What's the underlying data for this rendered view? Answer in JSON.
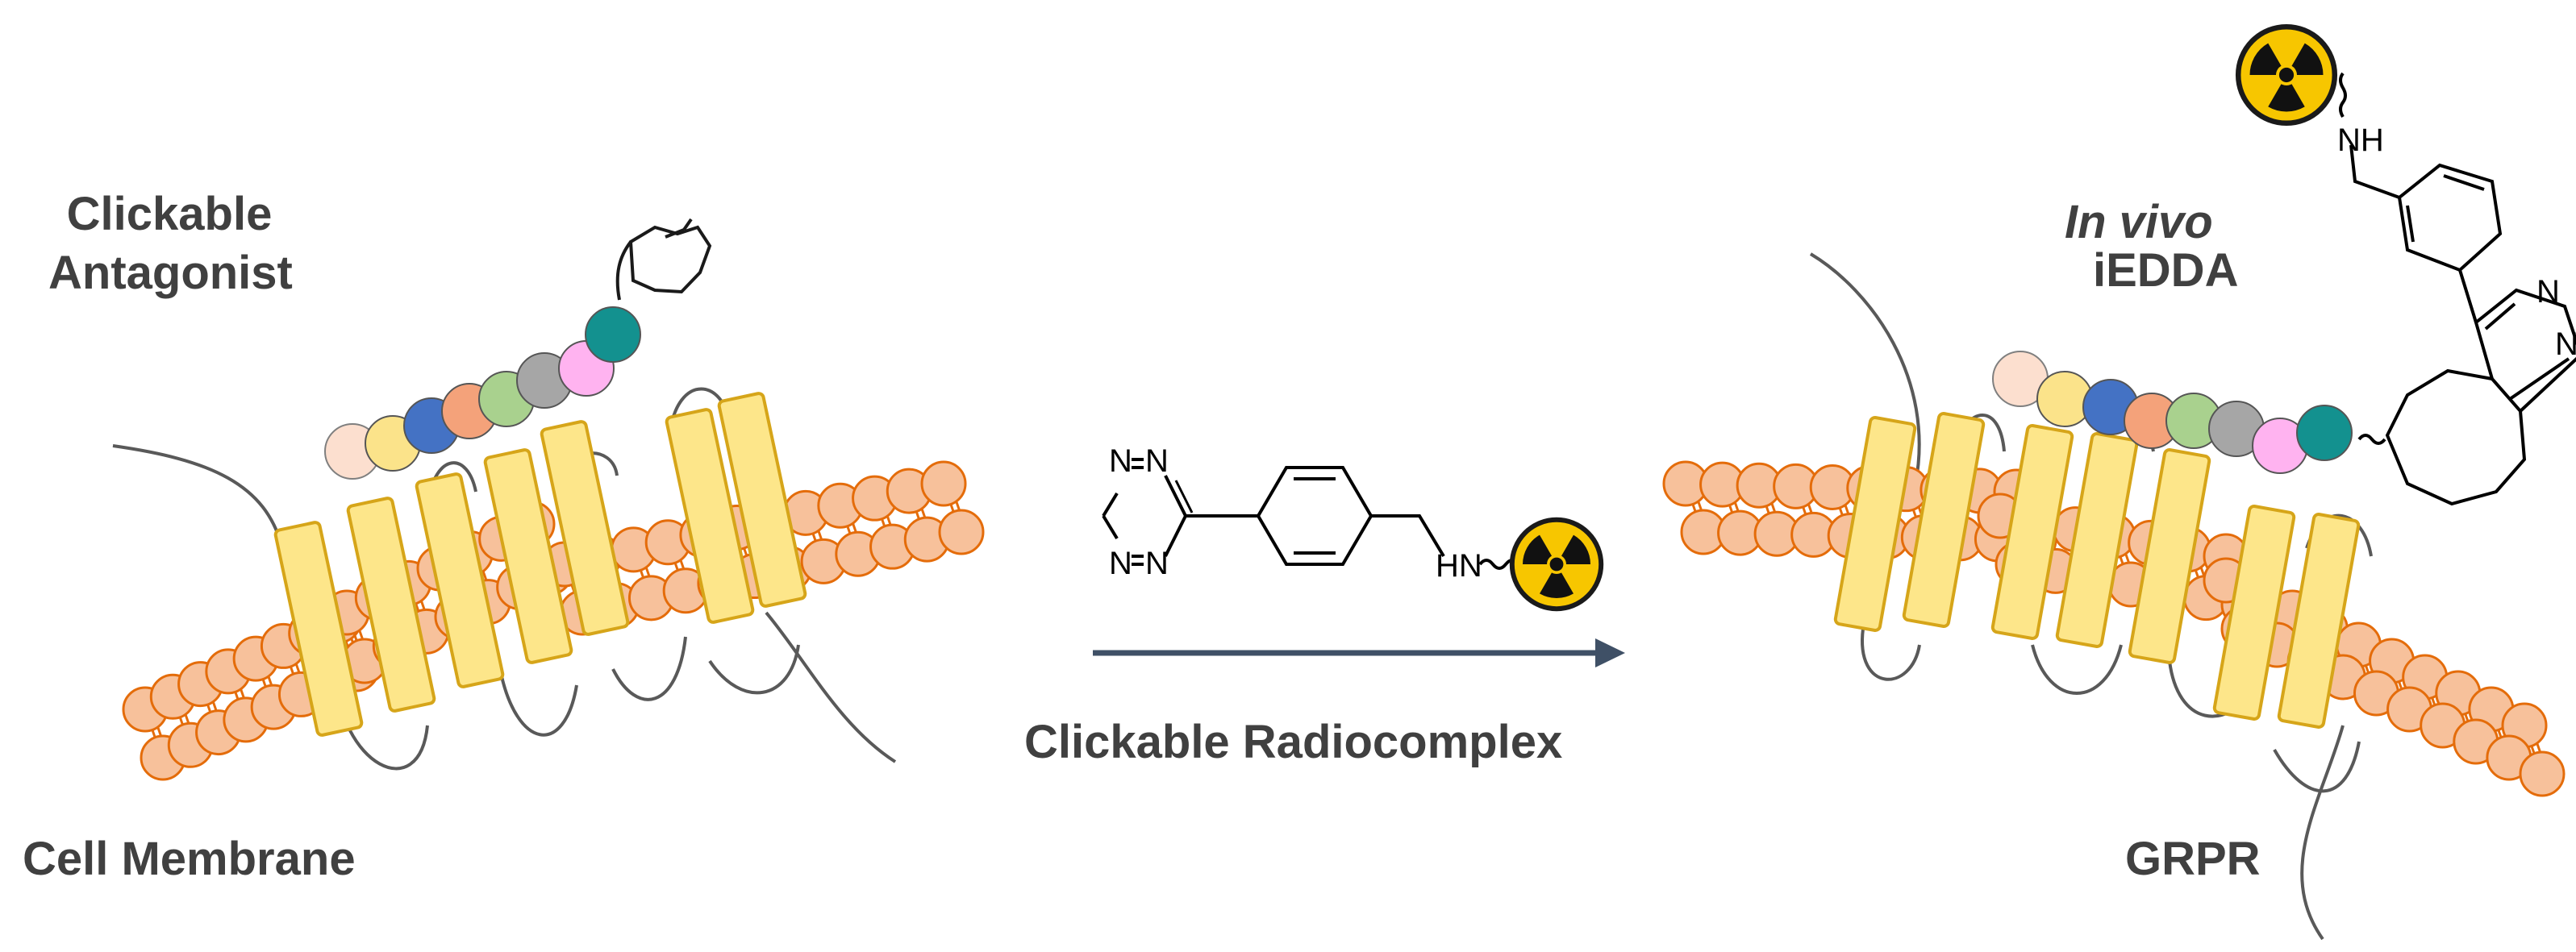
{
  "labels": {
    "clickable_antagonist_line1": "Clickable",
    "clickable_antagonist_line2": "Antagonist",
    "cell_membrane": "Cell Membrane",
    "clickable_radiocomplex": "Clickable Radiocomplex",
    "in_vivo": "In vivo",
    "iedda": "iEDDA",
    "grpr": "GRPR"
  },
  "molecule_atoms": {
    "n": "N",
    "nh_left": "HN",
    "nh_right": "NH"
  },
  "bead_colors": [
    "#fbd5bf",
    "#fbe38a",
    "#4472c4",
    "#f4a27a",
    "#a9d18e",
    "#a6a6a6",
    "#ffb3f0",
    "#13918f"
  ],
  "colors": {
    "lipid_fill": "#f7c19b",
    "lipid_stroke": "#e46c0a",
    "helix_fill": "#fde68a",
    "helix_stroke": "#d6a519",
    "arrow": "#3f5066",
    "label_text": "#404040",
    "radiation_yellow": "#f7c600"
  },
  "icons": {
    "radiation_symbol": "radiation-icon",
    "reaction_arrow": "arrow-right-icon"
  }
}
